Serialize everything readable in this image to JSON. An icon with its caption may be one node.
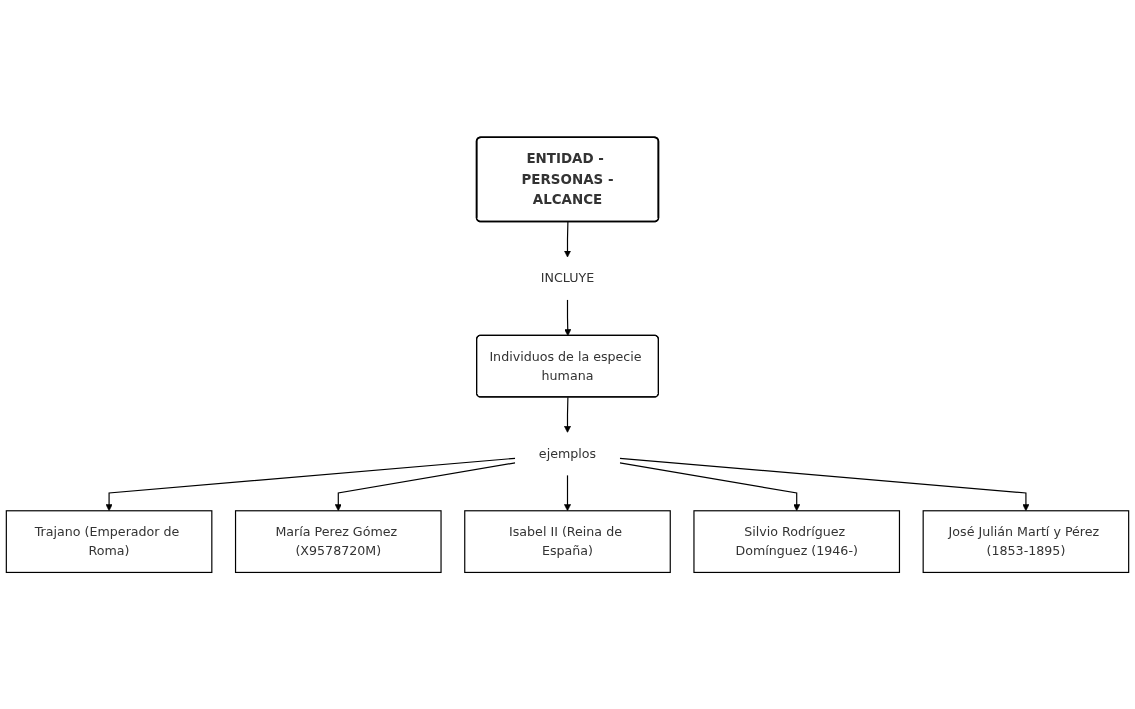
{
  "diagram": {
    "nodes": [
      {
        "text": [
          "ENTIDAD - PERSONAS -ALCANCE"
        ]
      },
      {
        "text": [
          "INCLUYE"
        ]
      },
      {
        "text": [
          "Individuos de la especie humana"
        ]
      },
      {
        "text": [
          "ejemplos"
        ]
      },
      {
        "text": [
          "Trajano (Emperador de Roma)"
        ]
      },
      {
        "text": [
          "María Perez Gómez (X9578720M)"
        ]
      },
      {
        "text": [
          "Isabel II (Reina de España)"
        ]
      },
      {
        "text": [
          "Silvio Rodríguez Domínguez (1946-)"
        ]
      },
      {
        "text": [
          "José Julián Martí y Pérez (1853-1895)"
        ]
      }
    ],
    "edges": [
      {
        "from": 0,
        "to": 1,
        "arrow": "to"
      },
      {
        "from": 1,
        "to": 2,
        "arrow": "to"
      },
      {
        "from": 2,
        "to": 3,
        "arrow": "to"
      },
      {
        "from": 3,
        "to": 4,
        "arrow": "to"
      },
      {
        "from": 3,
        "to": 5,
        "arrow": "to"
      },
      {
        "from": 3,
        "to": 6,
        "arrow": "to"
      },
      {
        "from": 3,
        "to": 7,
        "arrow": "to"
      },
      {
        "from": 3,
        "to": 8,
        "arrow": "to"
      }
    ]
  }
}
